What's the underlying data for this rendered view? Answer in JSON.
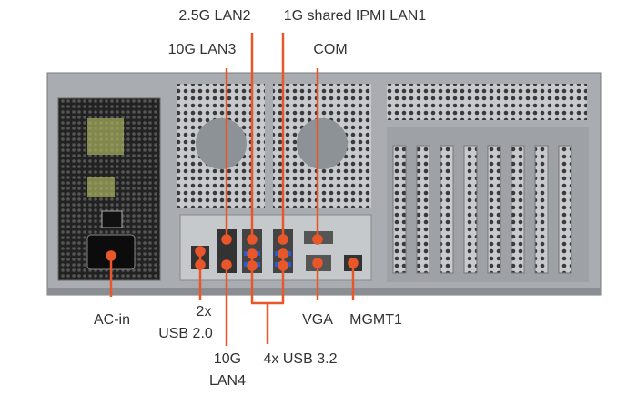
{
  "accent_color": "#e8562a",
  "labels": {
    "lan2": "2.5G LAN2",
    "lan1": "1G shared IPMI LAN1",
    "lan3": "10G LAN3",
    "com": "COM",
    "ac_in": "AC-in",
    "usb2_count": "2x",
    "usb2": "USB 2.0",
    "lan4_speed": "10G",
    "lan4": "LAN4",
    "usb3": "4x USB 3.2",
    "vga": "VGA",
    "mgmt": "MGMT1"
  }
}
